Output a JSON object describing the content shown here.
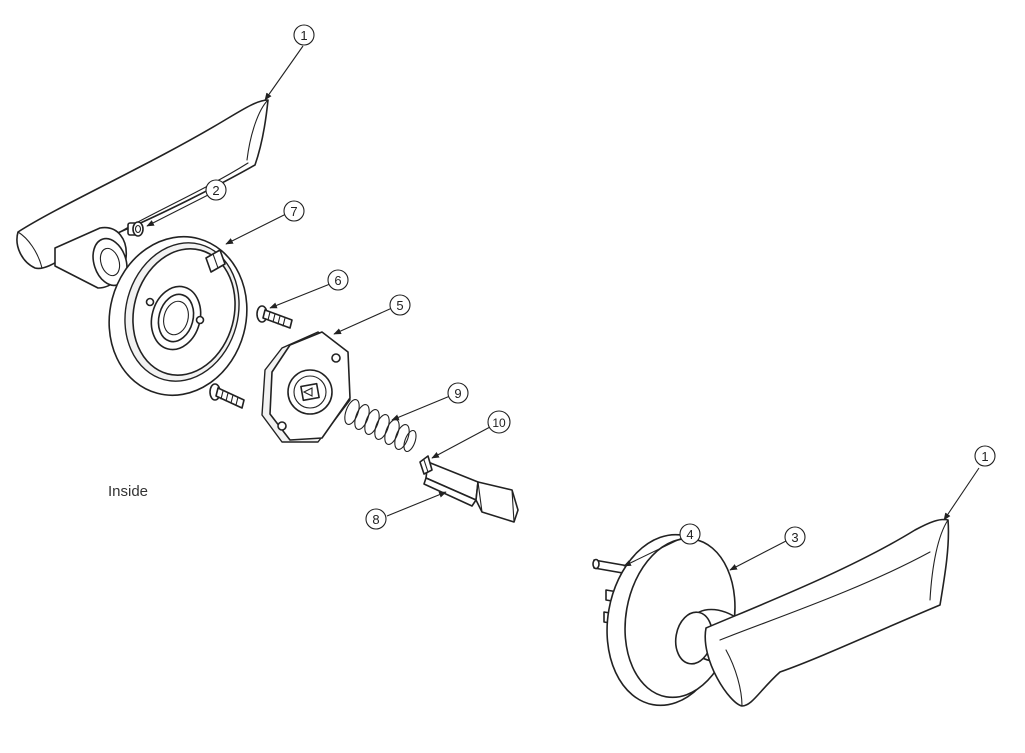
{
  "labels": {
    "side": "Inside"
  },
  "callouts": {
    "c1a": "1",
    "c1b": "1",
    "c2": "2",
    "c3": "3",
    "c4": "4",
    "c5": "5",
    "c6": "6",
    "c7": "7",
    "c8": "8",
    "c9": "9",
    "c10": "10"
  }
}
